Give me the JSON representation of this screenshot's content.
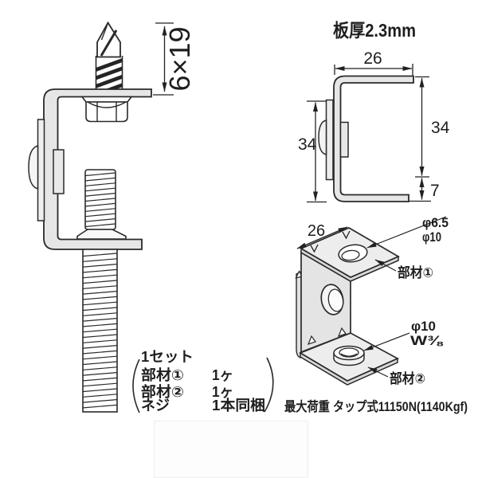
{
  "colors": {
    "outline": "#2a2a2a",
    "metal_fill": "#e6e6e6",
    "metal_fill_dark": "#d8d8d8",
    "metal_fill_light": "#efefef",
    "background": "#ffffff"
  },
  "assembly_view": {
    "screw_size_label": "6×19"
  },
  "side_view": {
    "plate_thickness_label": "板厚2.3mm",
    "width_label": "26",
    "left_height_label": "34",
    "right_height_label": "34",
    "bottom_offset_label": "7"
  },
  "iso_view": {
    "width_label": "26",
    "top_hole_dia_small": "φ6.5",
    "top_hole_dia_large": "φ10",
    "part1_label": "部材①",
    "bottom_hole_dia": "φ10",
    "bottom_thread_label": "W⅜",
    "part2_label": "部材②"
  },
  "set_contents": {
    "set_label": "1セット",
    "items": [
      {
        "name": "部材①",
        "qty": "1ヶ"
      },
      {
        "name": "部材②",
        "qty": "1ヶ"
      },
      {
        "name": "ネジ",
        "qty": "1本同梱"
      }
    ]
  },
  "max_load_label": "最大荷重 タップ式11150N(1140Kgf)"
}
